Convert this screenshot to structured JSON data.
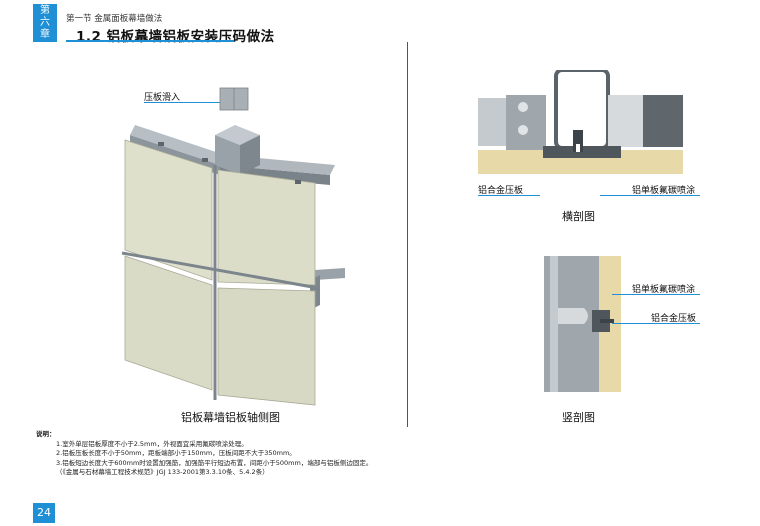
{
  "chapter": {
    "line1": "第",
    "line2": "六",
    "line3": "章"
  },
  "section": "第一节 金属面板幕墙做法",
  "title": "1.2 铝板幕墙铝板安装压码做法",
  "figures": {
    "axonometric": {
      "caption": "铝板幕墙铝板轴侧图",
      "label_slide": "压板滑入"
    },
    "horizontal": {
      "caption": "横剖图",
      "label_left": "铝合金压板",
      "label_right": "铝单板氟碳喷涂"
    },
    "vertical": {
      "caption": "竖剖图",
      "label_top": "铝单板氟碳喷涂",
      "label_bottom": "铝合金压板"
    }
  },
  "notes": {
    "heading": "说明：",
    "items": [
      "1.室外单层铝板厚度不小于2.5mm，外视面宜采用氟碳喷涂处理。",
      "2.铝板压板长度不小于50mm，距板端部小于150mm，压板间距不大于350mm。",
      "3.铝板短边长度大于600mm时设置加强筋，加强筋平行短边布置，间距小于500mm，端部与铝板侧边固定。",
      "（《金属与石材幕墙工程技术规范》JGJ 133-2001第3.3.10条、5.4.2条）"
    ]
  },
  "page_number": "24",
  "colors": {
    "accent": "#1f8fd6",
    "panel": "#dfe0cc",
    "insulation": "#e8d9a8",
    "steel": "#9ea6ad"
  }
}
